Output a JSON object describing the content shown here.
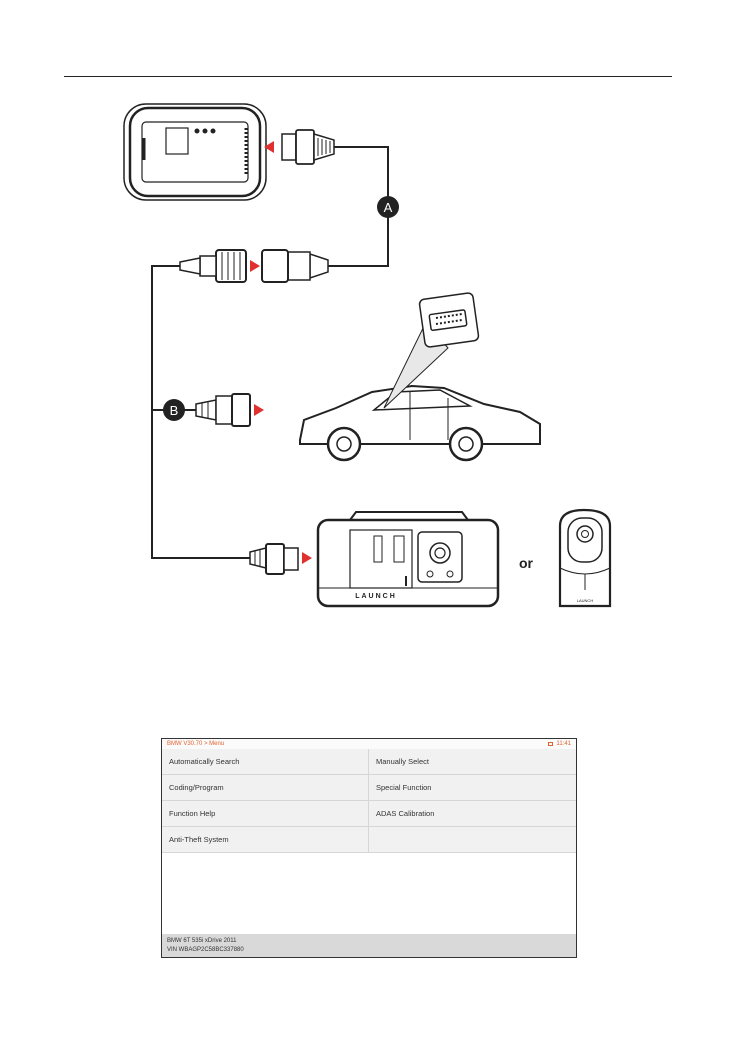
{
  "diagram": {
    "label_a": "A",
    "label_b": "B",
    "or_text": "or",
    "programmer_brand": "LAUNCH",
    "key_device_brand": "LAUNCH"
  },
  "screenshot": {
    "breadcrumb": "BMW V30.70 > Menu",
    "time": "11:41",
    "menu": [
      "Automatically Search",
      "Manually Select",
      "Coding/Program",
      "Special Function",
      "Function Help",
      "ADAS Calibration",
      "Anti-Theft System",
      ""
    ],
    "vehicle_line": "BMW 6T 535i xDrive 2011",
    "vin_line": "VIN WBAGP2C58BC337880"
  },
  "colors": {
    "accent": "#e2622e",
    "arrow_red": "#e0312e",
    "line": "#222222"
  }
}
